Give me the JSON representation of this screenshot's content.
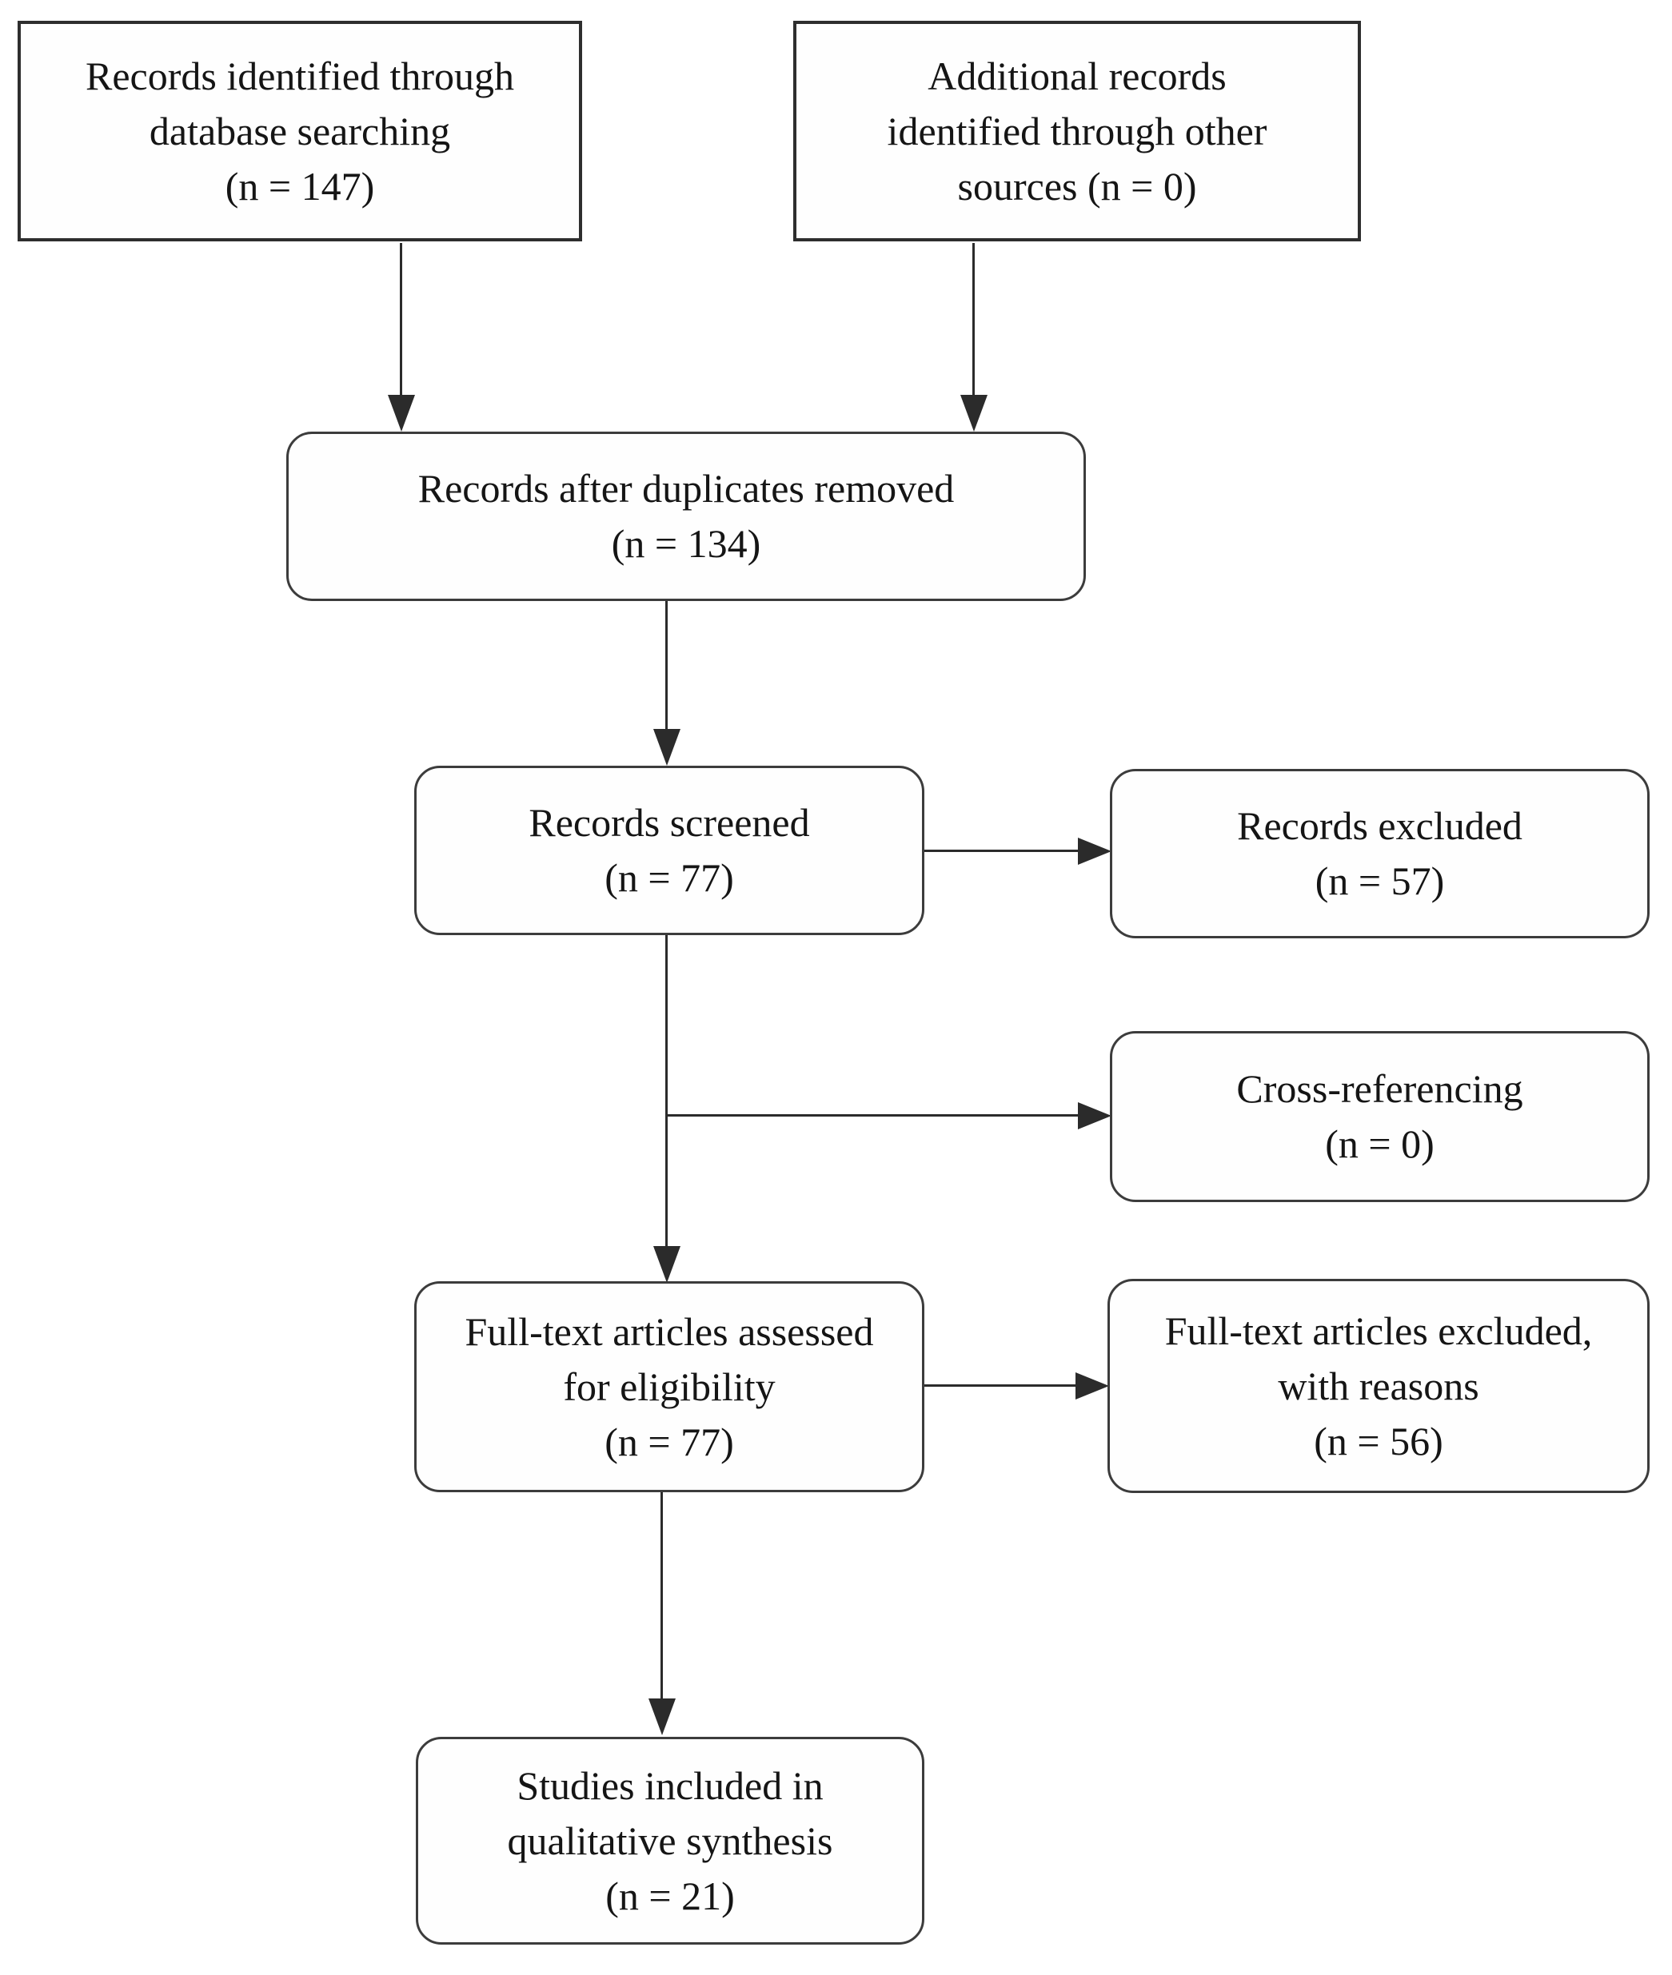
{
  "figure": {
    "type": "prisma-flow-diagram",
    "colors": {
      "background": "#ffffff",
      "box_border": "#3c3c3c",
      "sharp_box_border": "#2e2e2e",
      "arrow": "#2b2b2b",
      "text": "#151515"
    },
    "boxes": {
      "records_identified": {
        "shape": "rectangle",
        "lines": [
          "Records identified through",
          "database searching",
          "(n = 147)"
        ]
      },
      "additional_records": {
        "shape": "rectangle",
        "lines": [
          "Additional records",
          "identified through other",
          "sources (n = 0)"
        ]
      },
      "after_duplicates": {
        "shape": "rounded",
        "lines": [
          "Records after duplicates removed",
          "(n = 134)"
        ]
      },
      "records_screened": {
        "shape": "rounded",
        "lines": [
          "Records screened",
          "(n = 77)"
        ]
      },
      "records_excluded": {
        "shape": "rounded",
        "lines": [
          "Records excluded",
          "(n = 57)"
        ]
      },
      "cross_referencing": {
        "shape": "rounded",
        "lines": [
          "Cross-referencing",
          "(n = 0)"
        ]
      },
      "fulltext_assessed": {
        "shape": "rounded",
        "lines": [
          "Full-text articles assessed",
          "for eligibility",
          "(n = 77)"
        ]
      },
      "fulltext_excluded": {
        "shape": "rounded",
        "lines": [
          "Full-text articles excluded,",
          "with reasons",
          "(n = 56)"
        ]
      },
      "studies_included": {
        "shape": "rounded",
        "lines": [
          "Studies included in",
          "qualitative synthesis",
          "(n = 21)"
        ]
      }
    }
  }
}
